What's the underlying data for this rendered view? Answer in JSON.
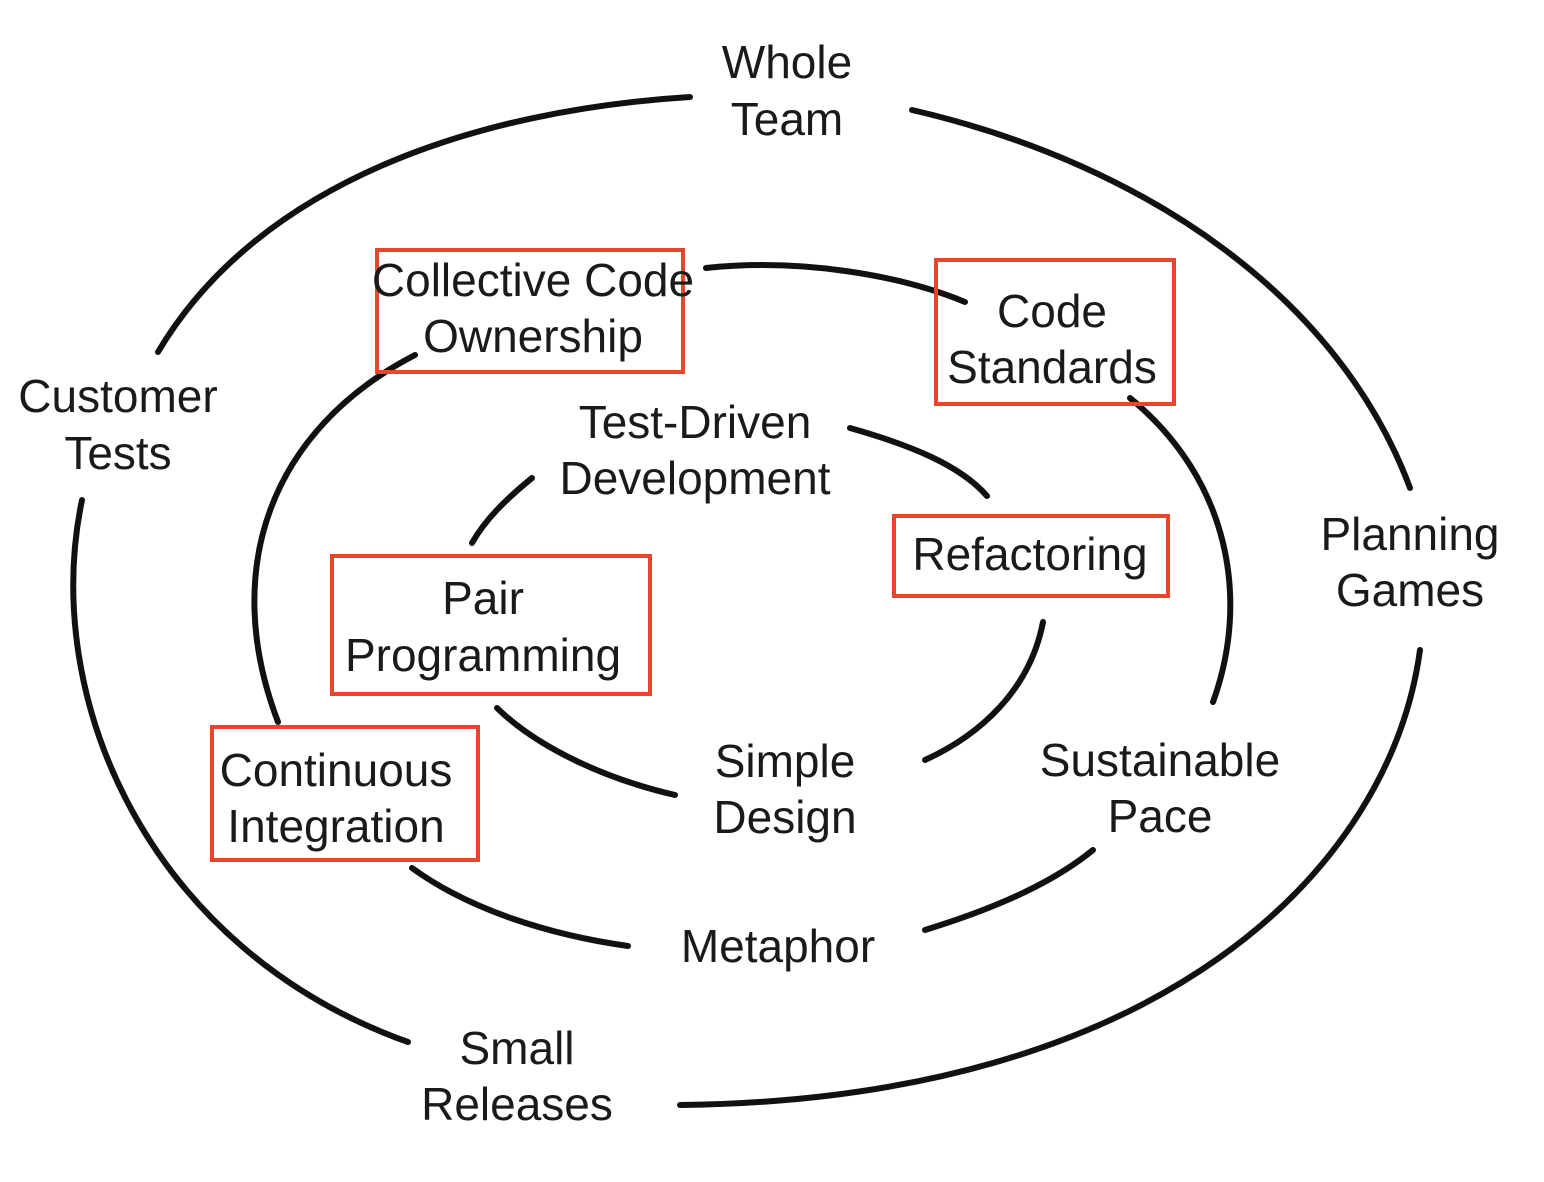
{
  "colors": {
    "line": "#111111",
    "text": "#1a1a1a",
    "highlight": "#e8452c",
    "background": "#ffffff"
  },
  "practices": {
    "whole_team": {
      "line1": "Whole",
      "line2": "Team"
    },
    "customer_tests": {
      "line1": "Customer",
      "line2": "Tests"
    },
    "planning_games": {
      "line1": "Planning",
      "line2": "Games"
    },
    "small_releases": {
      "line1": "Small",
      "line2": "Releases"
    },
    "collective_code_ownership": {
      "line1": "Collective Code",
      "line2": "Ownership",
      "highlighted": true
    },
    "code_standards": {
      "line1": "Code",
      "line2": "Standards",
      "highlighted": true
    },
    "test_driven_development": {
      "line1": "Test-Driven",
      "line2": "Development"
    },
    "refactoring": {
      "line1": "Refactoring",
      "highlighted": true
    },
    "pair_programming": {
      "line1": "Pair",
      "line2": "Programming",
      "highlighted": true
    },
    "simple_design": {
      "line1": "Simple",
      "line2": "Design"
    },
    "continuous_integration": {
      "line1": "Continuous",
      "line2": "Integration",
      "highlighted": true
    },
    "sustainable_pace": {
      "line1": "Sustainable",
      "line2": "Pace"
    },
    "metaphor": {
      "line1": "Metaphor"
    }
  }
}
